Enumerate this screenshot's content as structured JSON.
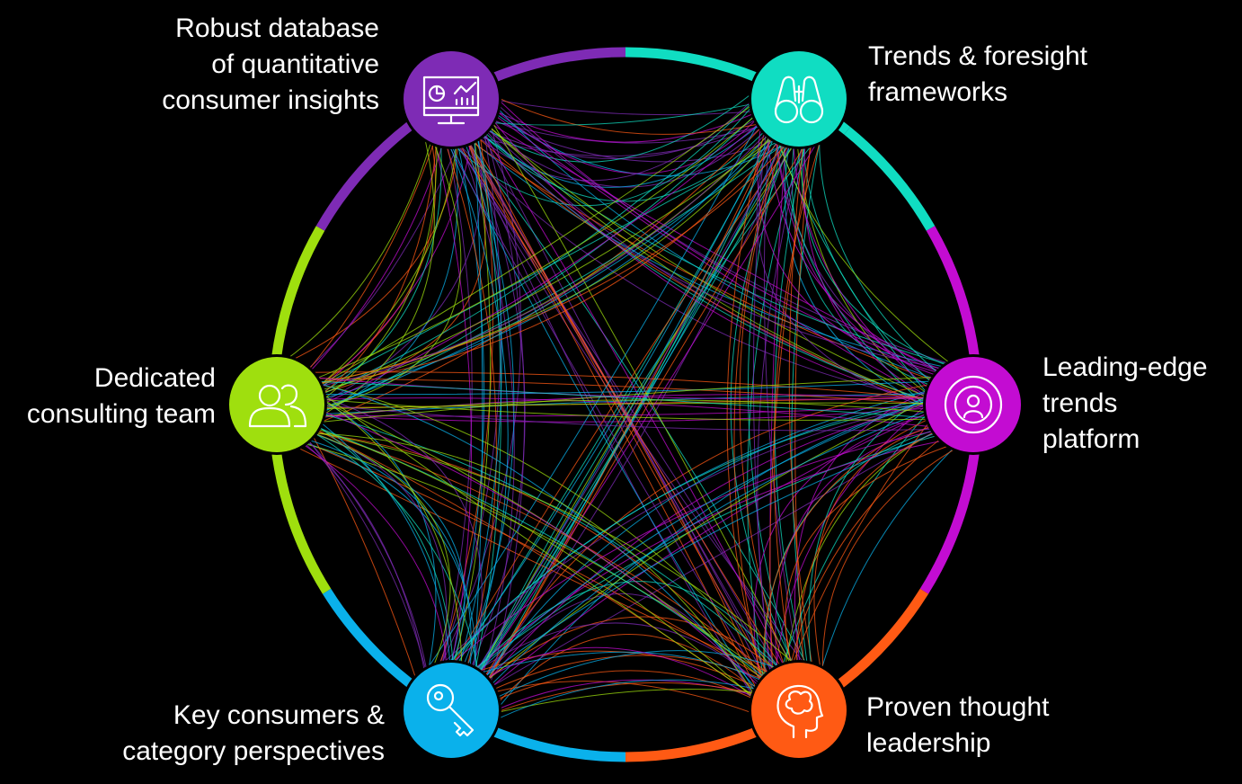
{
  "colors": {
    "background": "#000000",
    "purple": "#7E2BB5",
    "teal": "#10DDC2",
    "magenta": "#C30CD2",
    "orange": "#FF5A14",
    "blue": "#0AB1EB",
    "lime": "#9FDF0E"
  },
  "nodes": [
    {
      "id": "quant",
      "icon": "dashboard-monitor-icon",
      "color": "#7E2BB5",
      "lines": [
        "Robust database",
        "of quantitative",
        "consumer insights"
      ]
    },
    {
      "id": "trends",
      "icon": "binoculars-icon",
      "color": "#10DDC2",
      "lines": [
        "Trends & foresight",
        "frameworks"
      ]
    },
    {
      "id": "platform",
      "icon": "broadcast-person-icon",
      "color": "#C30CD2",
      "lines": [
        "Leading-edge",
        "trends",
        "platform"
      ]
    },
    {
      "id": "thought",
      "icon": "brain-head-icon",
      "color": "#FF5A14",
      "lines": [
        "Proven thought",
        "leadership"
      ]
    },
    {
      "id": "key",
      "icon": "key-icon",
      "color": "#0AB1EB",
      "lines": [
        "Key consumers &",
        "category perspectives"
      ]
    },
    {
      "id": "team",
      "icon": "people-group-icon",
      "color": "#9FDF0E",
      "lines": [
        "Dedicated",
        "consulting team"
      ]
    }
  ]
}
